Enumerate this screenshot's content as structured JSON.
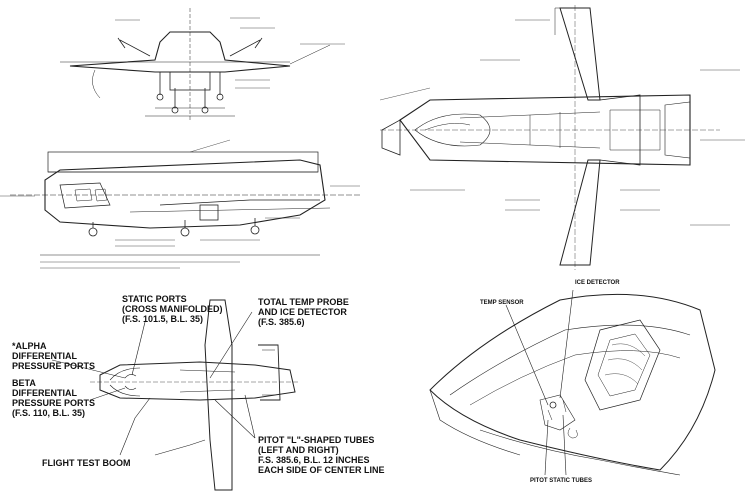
{
  "figure": {
    "bottom_left_labels": {
      "static_ports": "STATIC PORTS\n(CROSS MANIFOLDED)\n(F.S. 101.5, B.L. 35)",
      "total_temp_probe": "TOTAL TEMP PROBE\nAND ICE DETECTOR\n(F.S. 385.6)",
      "alpha_ports": "*ALPHA\nDIFFERENTIAL\nPRESSURE PORTS",
      "beta_ports": "BETA\nDIFFERENTIAL\nPRESSURE PORTS\n(F.S. 110, B.L. 35)",
      "pitot_tubes": "PITOT \"L\"-SHAPED TUBES\n(LEFT AND RIGHT)\nF.S. 385.6, B.L. 12 INCHES\nEACH SIDE OF CENTER LINE",
      "flight_test_boom": "FLIGHT TEST BOOM"
    },
    "bottom_right_labels": {
      "ice_detector": "ICE DETECTOR",
      "temp_sensor": "TEMP SENSOR",
      "pitot_static_tubes": "PITOT STATIC TUBES"
    }
  }
}
